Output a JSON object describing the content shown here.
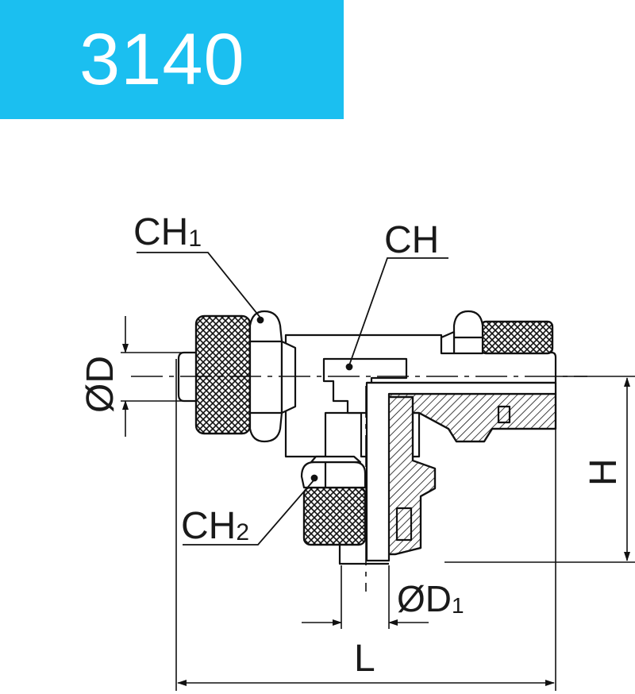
{
  "header": {
    "code": "3140",
    "color": "#1bbff0"
  },
  "labels": {
    "ch1_main": "CH",
    "ch1_sub": "1",
    "ch": "CH",
    "ch2_main": "CH",
    "ch2_sub": "2",
    "od": "ØD",
    "od1_main": "ØD",
    "od1_sub": "1",
    "h": "H",
    "l": "L"
  }
}
